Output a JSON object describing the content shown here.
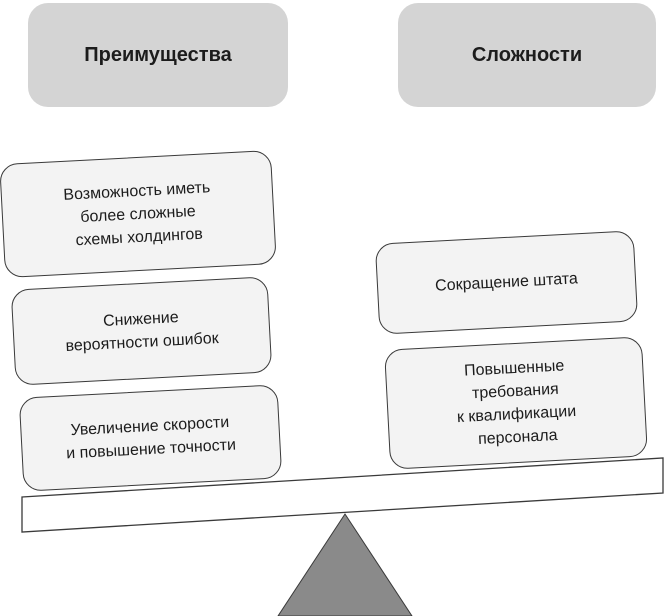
{
  "headers": {
    "advantages": "Преимущества",
    "difficulties": "Сложности"
  },
  "advantages": [
    "Возможность иметь\nболее сложные\nсхемы холдингов",
    "Снижение\nвероятности ошибок",
    "Увеличение скорости\nи повышение точности"
  ],
  "difficulties": [
    "Сокращение штата",
    "Повышенные\nтребования\nк квалификации\nперсонала"
  ],
  "colors": {
    "header_fill": "#d4d4d4",
    "box_fill": "#f3f3f3",
    "fulcrum": "#8a8a8a"
  }
}
